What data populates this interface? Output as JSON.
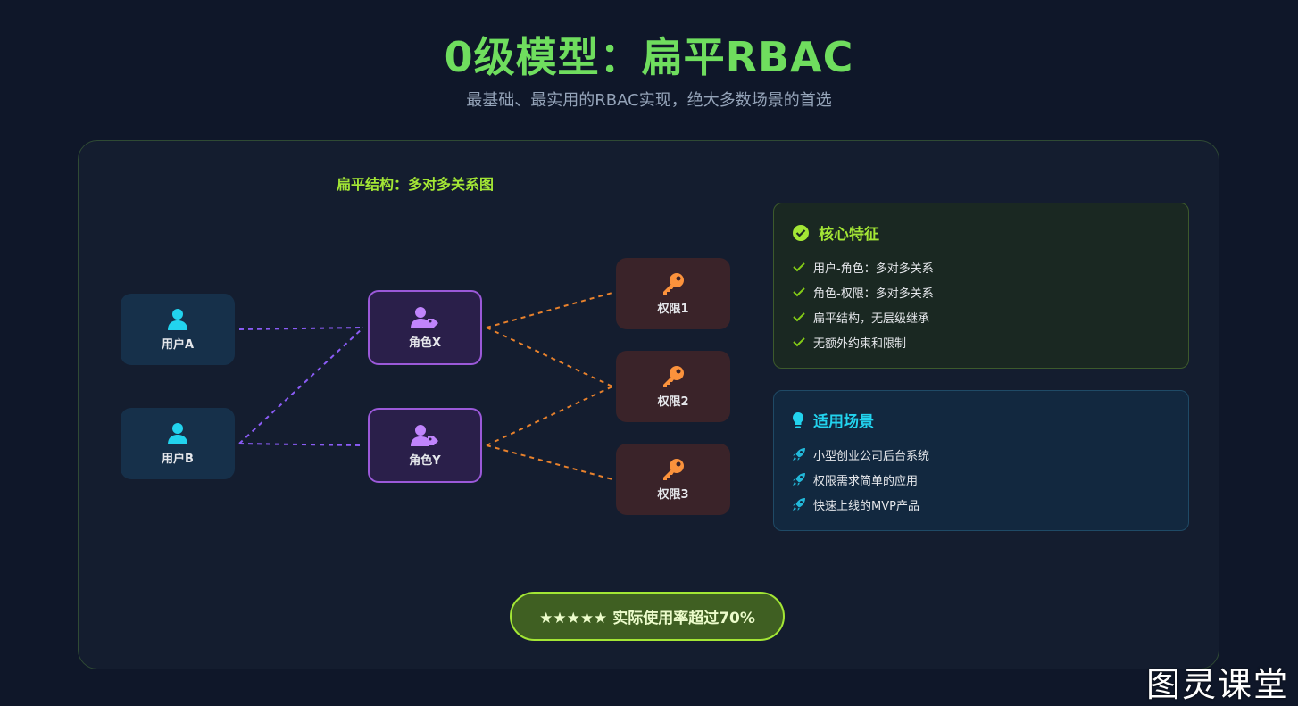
{
  "header": {
    "title": "0级模型：扁平RBAC",
    "subtitle": "最基础、最实用的RBAC实现，绝大多数场景的首选"
  },
  "diagram": {
    "title": "扁平结构：多对多关系图",
    "users": [
      {
        "label": "用户A"
      },
      {
        "label": "用户B"
      }
    ],
    "roles": [
      {
        "label": "角色X"
      },
      {
        "label": "角色Y"
      }
    ],
    "permissions": [
      {
        "label": "权限1"
      },
      {
        "label": "权限2"
      },
      {
        "label": "权限3"
      }
    ],
    "colors": {
      "user": "#22d3ee",
      "role": "#c084fc",
      "permission": "#fb923c"
    }
  },
  "features": {
    "title": "核心特征",
    "items": [
      "用户-角色：多对多关系",
      "角色-权限：多对多关系",
      "扁平结构，无层级继承",
      "无额外约束和限制"
    ]
  },
  "scenarios": {
    "title": "适用场景",
    "items": [
      "小型创业公司后台系统",
      "权限需求简单的应用",
      "快速上线的MVP产品"
    ]
  },
  "badge": {
    "text": "★★★★★ 实际使用率超过70%"
  },
  "watermark": {
    "text": "图灵课堂"
  }
}
